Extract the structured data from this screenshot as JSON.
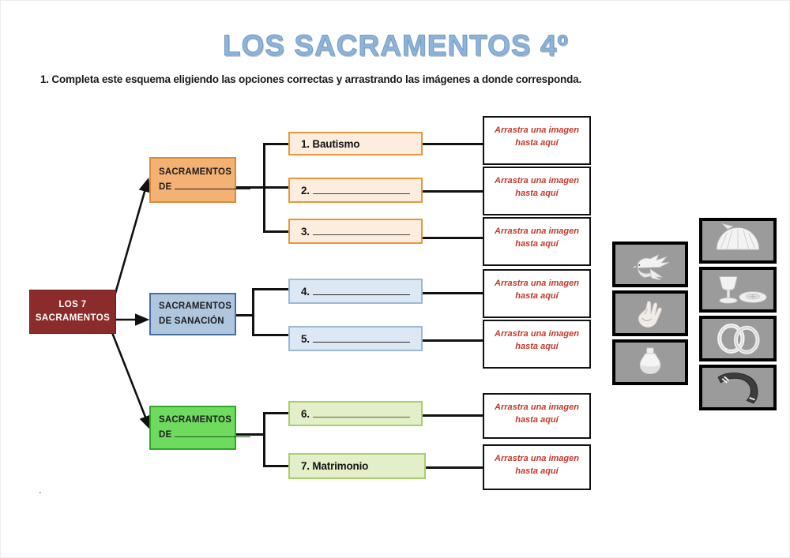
{
  "page": {
    "title": "LOS SACRAMENTOS 4º",
    "instruction": "1. Completa este esquema eligiendo las opciones correctas y arrastrando las imágenes a donde corresponda.",
    "bottom_mark": ".",
    "colors": {
      "title": "#8FB4DA",
      "root_box": "#8C2B2B",
      "orange_category": "#F3B174",
      "blue_category": "#AFC6DF",
      "green_category": "#6EDA5E",
      "orange_item": "#FDEDDF",
      "blue_item": "#DCE8F4",
      "green_item": "#E2EFC8",
      "dropzone_text": "#C0392B",
      "connector": "#111111"
    }
  },
  "diagram": {
    "root": {
      "line1": "LOS  7",
      "line2": "SACRAMENTOS"
    },
    "categories": [
      {
        "id": "initiation",
        "line1": "SACRAMENTOS",
        "line2": "DE",
        "has_blank": true,
        "color": "orange"
      },
      {
        "id": "healing",
        "line1": "SACRAMENTOS",
        "line2": "DE SANACIÓN",
        "has_blank": false,
        "color": "blue"
      },
      {
        "id": "service",
        "line1": "SACRAMENTOS",
        "line2": "DE",
        "has_blank": true,
        "color": "green"
      }
    ],
    "items": [
      {
        "number": "1.",
        "label": "Bautismo",
        "has_blank": false,
        "color": "orange"
      },
      {
        "number": "2.",
        "label": "",
        "has_blank": true,
        "color": "orange"
      },
      {
        "number": "3.",
        "label": "",
        "has_blank": true,
        "color": "orange"
      },
      {
        "number": "4.",
        "label": "",
        "has_blank": true,
        "color": "blue"
      },
      {
        "number": "5.",
        "label": "",
        "has_blank": true,
        "color": "blue"
      },
      {
        "number": "6.",
        "label": "",
        "has_blank": true,
        "color": "green"
      },
      {
        "number": "7.",
        "label": "Matrimonio",
        "has_blank": false,
        "color": "green"
      }
    ],
    "dropzone_text_line1": "Arrastra una imagen",
    "dropzone_text_line2": "hasta aquí",
    "dropzones": [
      {
        "id": "dz-1"
      },
      {
        "id": "dz-2"
      },
      {
        "id": "dz-3"
      },
      {
        "id": "dz-4"
      },
      {
        "id": "dz-5"
      },
      {
        "id": "dz-6"
      },
      {
        "id": "dz-7"
      }
    ]
  },
  "image_bank": {
    "left_column": [
      {
        "id": "dove",
        "icon": "dove-icon"
      },
      {
        "id": "hand",
        "icon": "blessing-hand-icon"
      },
      {
        "id": "oil",
        "icon": "oil-vessel-icon"
      }
    ],
    "right_column": [
      {
        "id": "shell",
        "icon": "scallop-shell-icon"
      },
      {
        "id": "chalice",
        "icon": "chalice-paten-icon"
      },
      {
        "id": "rings",
        "icon": "wedding-rings-icon"
      },
      {
        "id": "stole",
        "icon": "priest-stole-icon"
      }
    ]
  }
}
